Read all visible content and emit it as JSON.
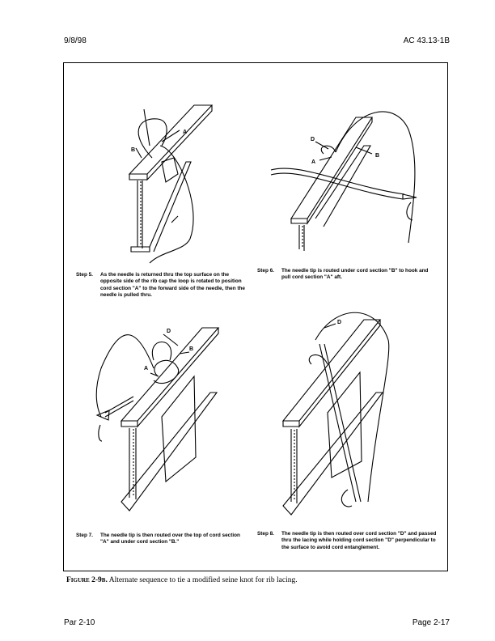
{
  "header": {
    "date": "9/8/98",
    "doc_id": "AC 43.13-1B"
  },
  "steps": [
    {
      "label": "Step 5.",
      "text": "As the needle is returned thru the top surface on the opposite side of the rib cap the loop is rotated to position cord section \"A\" to the forward side of the needle, then the needle is pulled thru.",
      "callouts": [
        "A",
        "B"
      ]
    },
    {
      "label": "Step 6.",
      "text": "The needle tip is routed under cord section \"B\" to hook and pull cord section \"A\" aft.",
      "callouts": [
        "D",
        "B",
        "A"
      ]
    },
    {
      "label": "Step 7.",
      "text": "The needle tip is then routed over the top of cord section \"A\" and under cord section \"B.\"",
      "callouts": [
        "D",
        "B",
        "A"
      ]
    },
    {
      "label": "Step 8.",
      "text": "The needle tip is then routed over cord section \"D\" and passed thru the lacing while holding cord section \"D\" perpendicular to the surface to avoid cord entanglement.",
      "callouts": [
        "D"
      ]
    }
  ],
  "figure_caption": {
    "number": "Figure 2-9b.",
    "text": "Alternate sequence to tie a modified seine knot for rib lacing."
  },
  "footer": {
    "paragraph": "Par 2-10",
    "page": "Page 2-17"
  }
}
